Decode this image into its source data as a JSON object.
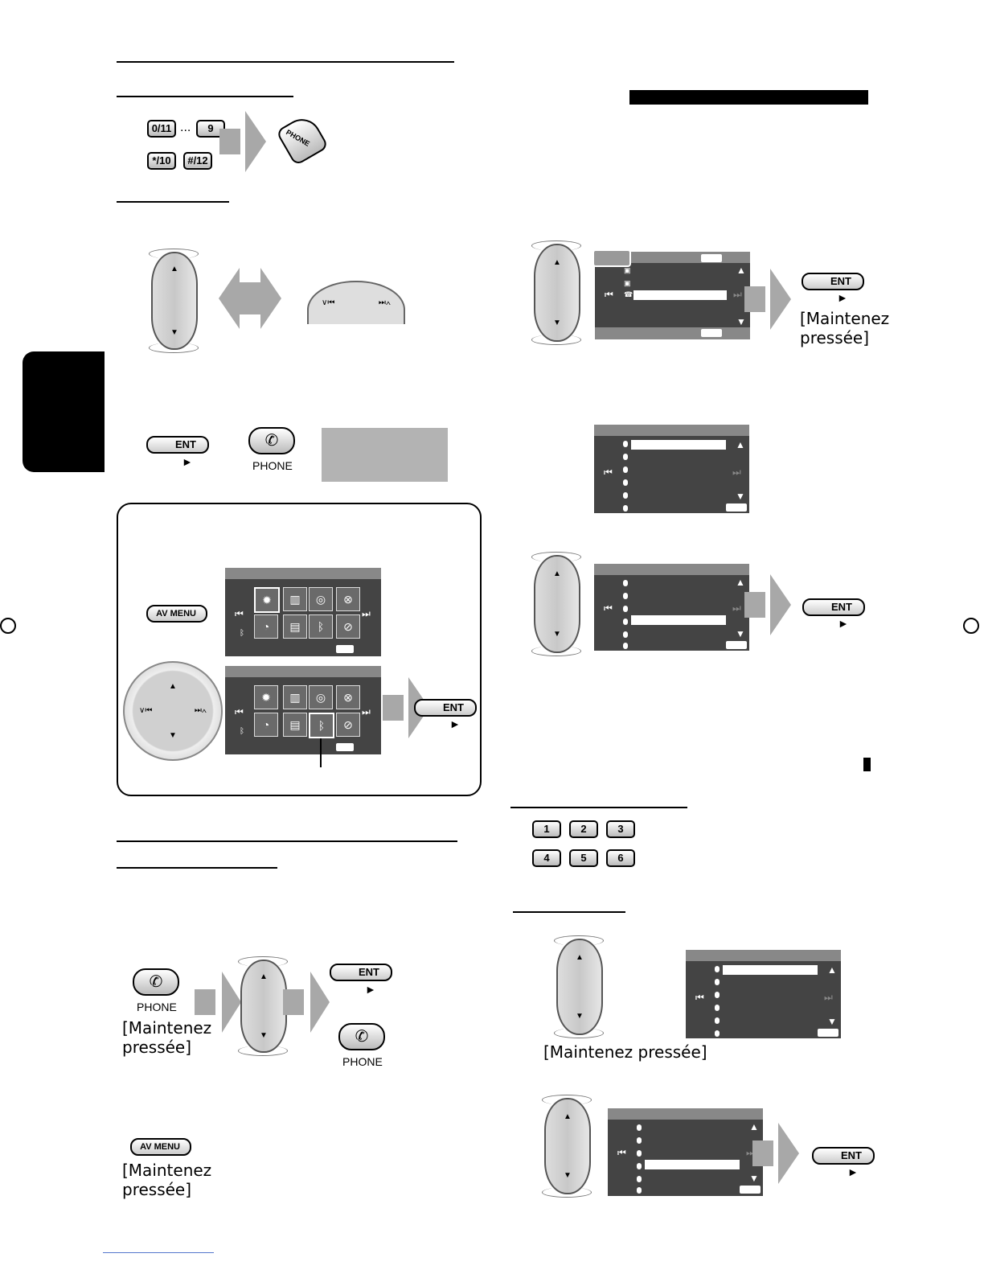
{
  "buttons": {
    "ent": "ENT",
    "phone": "PHONE",
    "av_menu": "AV MENU",
    "play_symbol": "►"
  },
  "captions": {
    "maintenez_pressee": "[Maintenez pressée]",
    "maintenez": "[Maintenez",
    "pressee": "pressée]"
  },
  "keypad": {
    "keys_top": [
      "0/11",
      "9"
    ],
    "keys_bottom": [
      "*/10",
      "#/12"
    ],
    "ellipsis": "...",
    "phone_key_label": "PHONE",
    "number_keys_row1": [
      "1",
      "2",
      "3"
    ],
    "number_keys_row2": [
      "4",
      "5",
      "6"
    ]
  },
  "dial_labels": {
    "left": "∨⏮",
    "right": "⏭∧"
  },
  "colors": {
    "arrow": "#a8a8a8",
    "screen_bg": "#444444",
    "screen_header": "#888888",
    "gray_box": "#b3b3b3"
  },
  "icons": [
    "phone-handset-icon",
    "bluetooth-icon",
    "settings-icon",
    "equalizer-icon",
    "disc-icon",
    "surround-icon",
    "clock-icon",
    "list-icon",
    "sound-off-icon"
  ]
}
